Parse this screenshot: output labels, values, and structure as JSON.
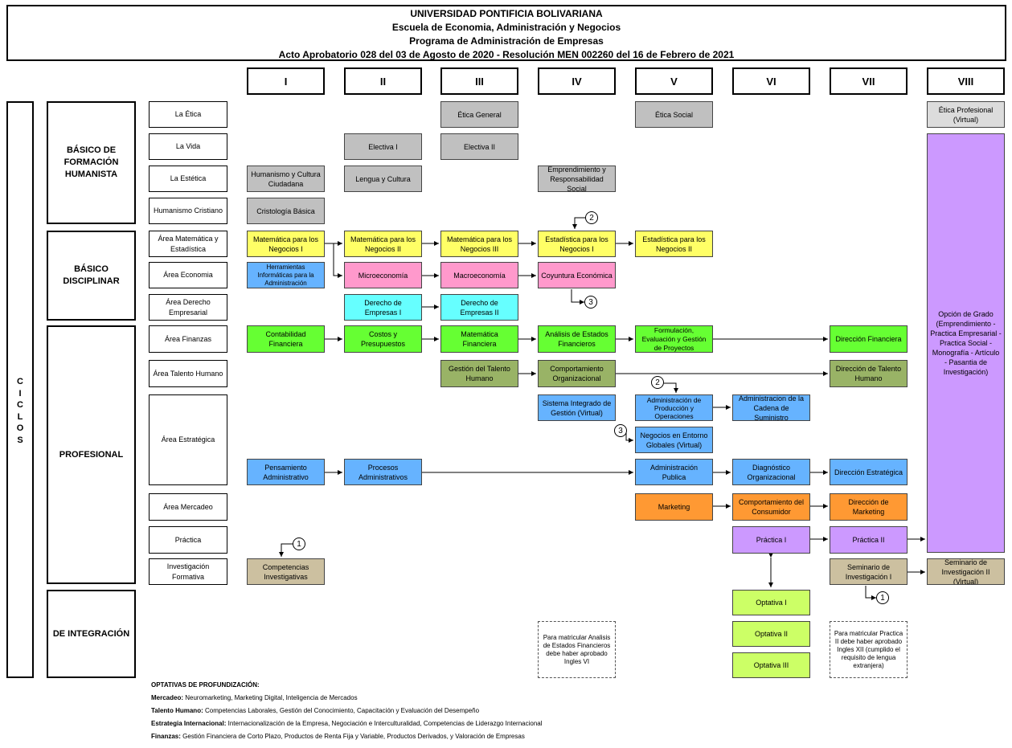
{
  "header": {
    "line1": "UNIVERSIDAD PONTIFICIA BOLIVARIANA",
    "line2": "Escuela de Economia, Administración y Negocios",
    "line3": "Programa de Administración de Empresas",
    "line4": "Acto Aprobatorio 028 del 03 de Agosto de 2020 - Resolución MEN 002260 del 16 de Febrero de 2021"
  },
  "semesters": [
    "I",
    "II",
    "III",
    "IV",
    "V",
    "VI",
    "VII",
    "VIII"
  ],
  "ciclos_label": [
    "C",
    "I",
    "C",
    "L",
    "O",
    "S"
  ],
  "cycles": {
    "humanista": "BÁSICO DE FORMACIÓN HUMANISTA",
    "disciplinar": "BÁSICO DISCIPLINAR",
    "profesional": "PROFESIONAL",
    "integracion": "DE INTEGRACIÓN"
  },
  "areas": {
    "etica": "La Ética",
    "vida": "La Vida",
    "estetica": "La Estética",
    "humanismo": "Humanismo Cristiano",
    "matematica": "Área Matemática y Estadística",
    "economia": "Área Economia",
    "derecho": "Área Derecho Empresarial",
    "finanzas": "Área Finanzas",
    "talento": "Área Talento Humano",
    "estrategica": "Área Estratégica",
    "mercadeo": "Área Mercadeo",
    "practica": "Práctica",
    "investigacion": "Investigación Formativa"
  },
  "courses": {
    "etica_general": "Ética General",
    "etica_social": "Ética Social",
    "etica_profesional": "Ética Profesional (Virtual)",
    "electiva_1": "Electiva I",
    "electiva_2": "Electiva II",
    "humanismo_cultura": "Humanismo y Cultura Ciudadana",
    "lengua_cultura": "Lengua y Cultura",
    "emprendimiento": "Emprendimiento y Responsabilidad Social",
    "cristologia": "Cristología Básica",
    "mat_1": "Matemática para los Negocios I",
    "mat_2": "Matemática para los Negocios II",
    "mat_3": "Matemática para los Negocios III",
    "est_1": "Estadística para los Negocios I",
    "est_2": "Estadística para los Negocios II",
    "herramientas": "Herramientas Informáticas para la Administración",
    "microeconomia": "Microeconomía",
    "macroeconomia": "Macroeconomía",
    "coyuntura": "Coyuntura Económica",
    "derecho_1": "Derecho de Empresas I",
    "derecho_2": "Derecho de Empresas II",
    "contabilidad": "Contabilidad Financiera",
    "costos": "Costos y Presupuestos",
    "mat_financiera": "Matemática Financiera",
    "analisis_ef": "Análisis de Estados Financieros",
    "formulacion": "Formulación, Evaluación y Gestión de Proyectos",
    "direccion_financiera": "Dirección Financiera",
    "gestion_talento": "Gestión del Talento Humano",
    "comportamiento_org": "Comportamiento Organizacional",
    "direccion_talento": "Dirección de Talento Humano",
    "sistema_integrado": "Sistema Integrado de Gestión (Virtual)",
    "adm_produccion": "Administración de Producción y Operaciones",
    "cadena_suministro": "Administracion de la Cadena de Suministro",
    "negocios_globales": "Negocios en Entorno Globales (Virtual)",
    "pensamiento": "Pensamiento Administrativo",
    "procesos": "Procesos Administrativos",
    "adm_publica": "Administración Publica",
    "diagnostico": "Diagnóstico Organizacional",
    "direccion_estrategica": "Dirección Estratégica",
    "marketing": "Marketing",
    "comportamiento_consumidor": "Comportamiento del Consumidor",
    "direccion_marketing": "Dirección de Marketing",
    "practica_1": "Práctica I",
    "practica_2": "Práctica II",
    "competencias": "Competencias Investigativas",
    "seminario_1": "Seminario de Investigación I",
    "seminario_2": "Seminario de Investigación II (Virtual)",
    "optativa_1": "Optativa I",
    "optativa_2": "Optativa II",
    "optativa_3": "Optativa III",
    "opcion_grado": "Opción de Grado (Emprendimiento - Practica Empresarial - Practica Social - Monografía - Artículo - Pasantia de Investigación)"
  },
  "notes": {
    "analisis": "Para matricular Analisis de Estados Financieros debe haber aprobado Ingles VI",
    "practica": "Para matricular Practica II debe haber aprobado Ingles XII (cumplido el requisito de lengua extranjera)"
  },
  "markers": {
    "one": "1",
    "two": "2",
    "three": "3"
  },
  "footer": {
    "title": "OPTATIVAS DE PROFUNDIZACIÓN:",
    "mercadeo_label": "Mercadeo:",
    "mercadeo_text": "Neuromarketing, Marketing Digital, Inteligencia de Mercados",
    "talento_label": "Talento Humano:",
    "talento_text": "Competencias Laborales, Gestión del Conocimiento, Capacitación y Evaluación del Desempeño",
    "estrategia_label": "Estrategia Internacional:",
    "estrategia_text": "Internacionalización de la Empresa, Negociación e Interculturalidad, Competencias de Liderazgo Internacional",
    "finanzas_label": "Finanzas:",
    "finanzas_text": "Gestión Financiera de Corto Plazo, Productos de Renta Fija y Variable, Productos Derivados, y Valoración de Empresas"
  }
}
